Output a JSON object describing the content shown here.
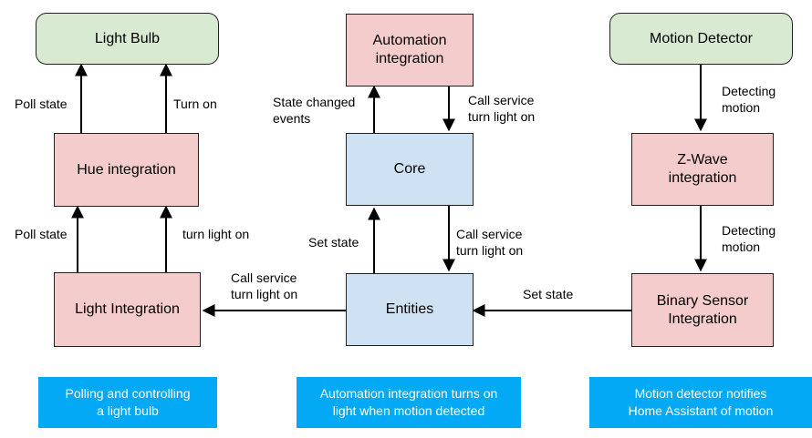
{
  "nodes": {
    "light_bulb": "Light Bulb",
    "hue_integration": "Hue integration",
    "light_integration": "Light Integration",
    "automation_integration": "Automation\nintegration",
    "core": "Core",
    "entities": "Entities",
    "motion_detector": "Motion Detector",
    "zwave_integration": "Z-Wave\nintegration",
    "binary_sensor_integration": "Binary Sensor\nIntegration"
  },
  "edges": {
    "hue_poll_state": "Poll state",
    "hue_turn_on": "Turn on",
    "light_poll_state": "Poll state",
    "light_turn_light_on": "turn light on",
    "state_changed_events": "State changed\nevents",
    "automation_call_service": "Call service\nturn light on",
    "entities_set_state": "Set state",
    "core_call_service": "Call service\nturn light on",
    "entities_to_light_call_service": "Call service\nturn light on",
    "binary_set_state": "Set state",
    "detecting_motion_1": "Detecting\nmotion",
    "detecting_motion_2": "Detecting\nmotion"
  },
  "captions": {
    "left": "Polling and controlling\na light bulb",
    "middle": "Automation integration turns on\nlight when motion detected",
    "right": "Motion detector notifies\nHome Assistant of motion"
  },
  "colors": {
    "device_green": "#d9ead3",
    "integration_pink": "#f4cccc",
    "core_blue": "#cfe2f3",
    "caption_blue": "#03a9f4"
  }
}
